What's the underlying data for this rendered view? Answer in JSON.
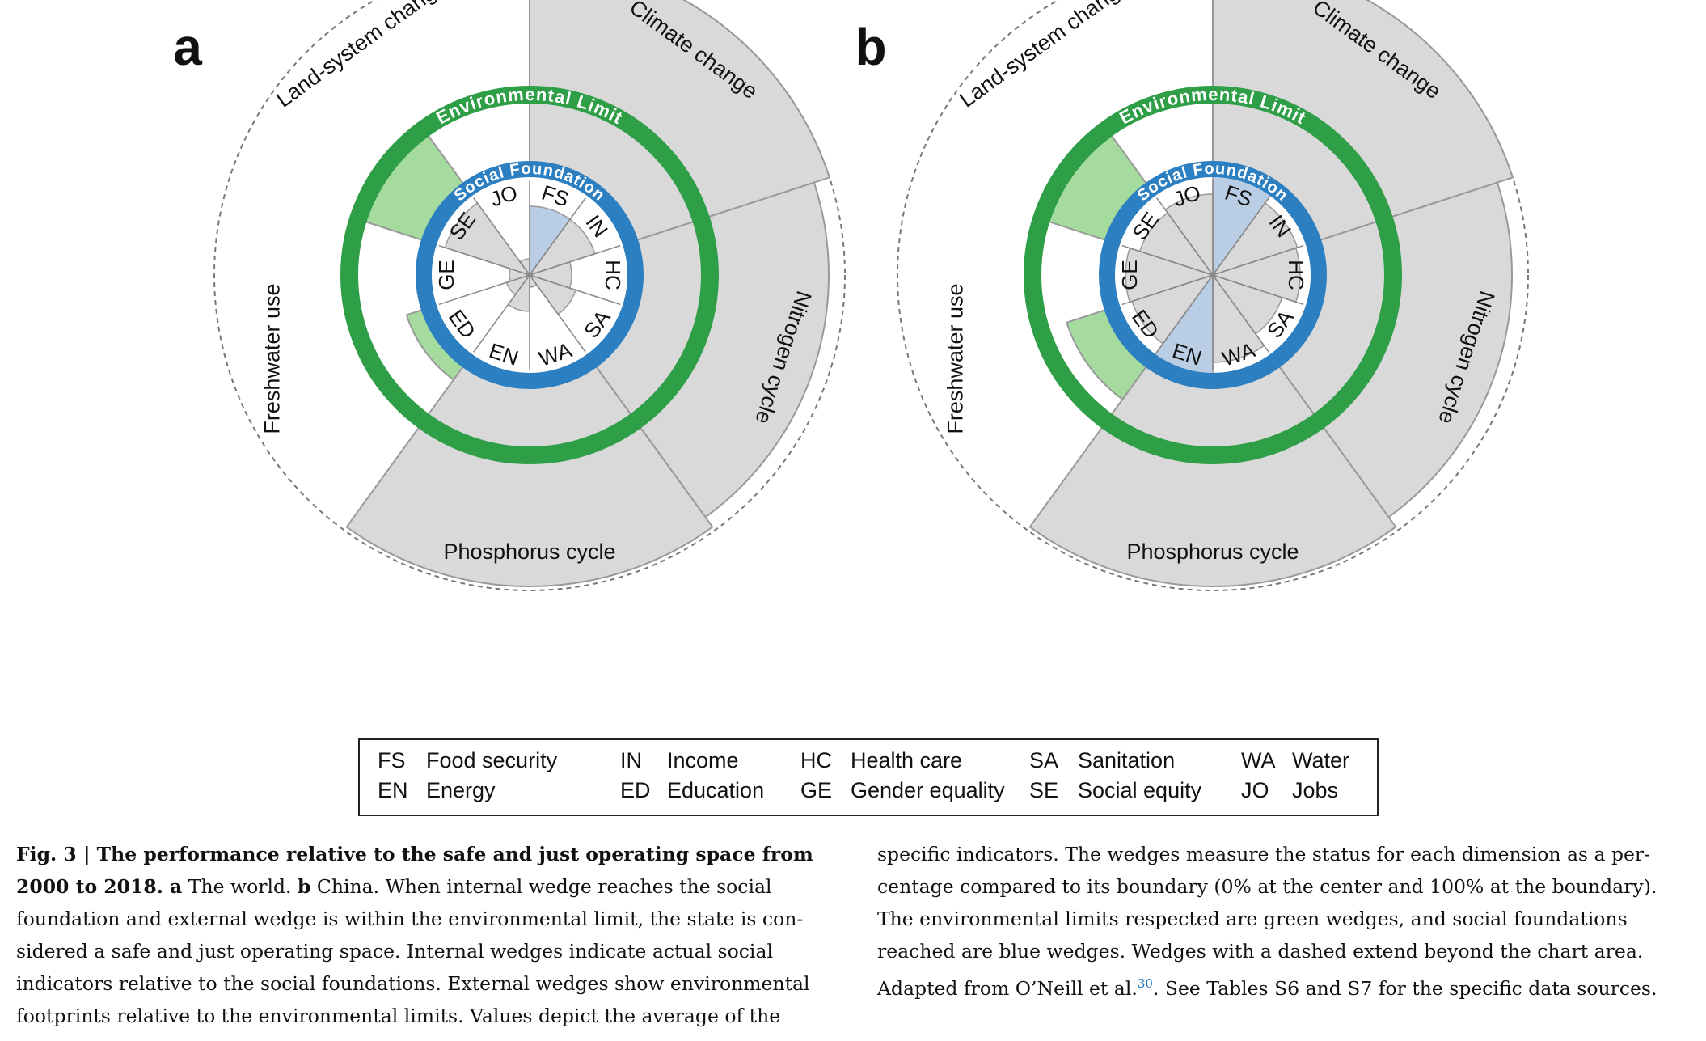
{
  "panels": [
    {
      "letter": "a",
      "outer_labels": [
        "Land-system change",
        "Climate change",
        "Nitrogen cycle",
        "Phosphorus cycle",
        "Freshwater use"
      ],
      "env_ring_label": "Environmental Limit",
      "social_ring_label": "Social Foundation",
      "social_labels": [
        "JO",
        "FS",
        "IN",
        "HC",
        "SA",
        "WA",
        "EN",
        "ED",
        "GE",
        "SE"
      ]
    },
    {
      "letter": "b",
      "outer_labels": [
        "Land-system change",
        "Climate change",
        "Nitrogen cycle",
        "Phosphorus cycle",
        "Freshwater use"
      ],
      "env_ring_label": "Environmental Limit",
      "social_ring_label": "Social Foundation",
      "social_labels": [
        "JO",
        "FS",
        "IN",
        "HC",
        "SA",
        "WA",
        "EN",
        "ED",
        "GE",
        "SE"
      ]
    }
  ],
  "legend": [
    {
      "code": "FS",
      "name": "Food security"
    },
    {
      "code": "IN",
      "name": "Income"
    },
    {
      "code": "HC",
      "name": "Health care"
    },
    {
      "code": "SA",
      "name": "Sanitation"
    },
    {
      "code": "WA",
      "name": "Water"
    },
    {
      "code": "EN",
      "name": "Energy"
    },
    {
      "code": "ED",
      "name": "Education"
    },
    {
      "code": "GE",
      "name": "Gender equality"
    },
    {
      "code": "SE",
      "name": "Social equity"
    },
    {
      "code": "JO",
      "name": "Jobs"
    }
  ],
  "caption": {
    "left": {
      "fig_label": "Fig. 3 | ",
      "title_l1": "The performance relative to the safe and just operating space from",
      "title_l2": "2000 to 2018.",
      "a_tag": " a",
      "l2_rest": " The world. ",
      "b_tag": "b",
      "l2_rest2": " China. When internal wedge reaches the social",
      "l3": "foundation and external wedge is within the environmental limit, the state is con-",
      "l4": "sidered a safe and just operating space. Internal wedges indicate actual social",
      "l5": "indicators relative to the social foundations. External wedges show environmental",
      "l6": "footprints relative to the environmental limits. Values depict the average of the"
    },
    "right": {
      "l1": "specific indicators. The wedges measure the status for each dimension as a per-",
      "l2": "centage compared to its boundary (0% at the center and 100% at the boundary).",
      "l3": "The environmental limits respected are green wedges, and social foundations",
      "l4": "reached are blue wedges. Wedges with a dashed extend beyond the chart area.",
      "l5_pre": "Adapted from O’Neill et al.",
      "ref": "30",
      "l5_post": ". See Tables S6 and S7 for the specific data sources."
    }
  },
  "colors": {
    "env_ring": "#2e9e47",
    "social_ring": "#2c7fc1",
    "exceed_wedge": "#d9d9d9",
    "within_limit_wedge": "#a6dba0",
    "reached_foundation_wedge": "#b9cde5"
  }
}
